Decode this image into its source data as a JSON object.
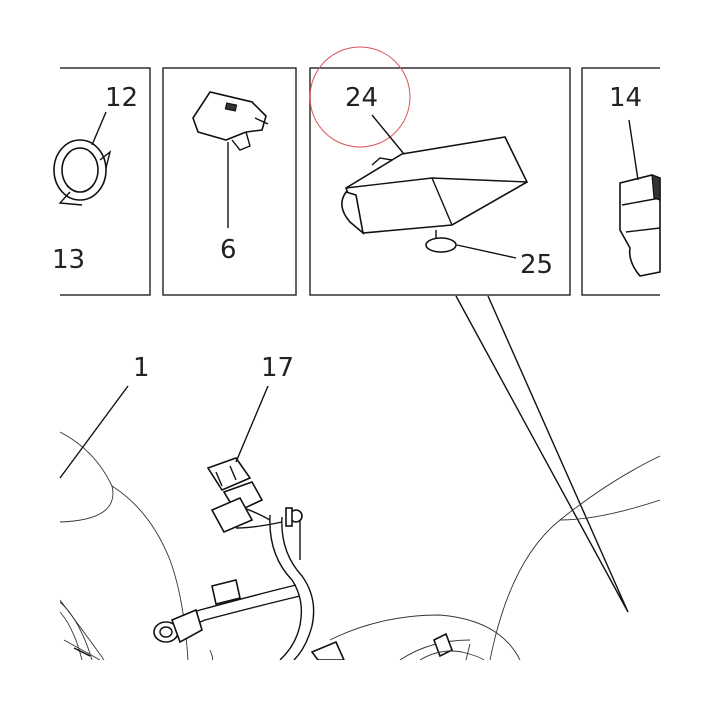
{
  "callouts": {
    "c12": "12",
    "c13": "13",
    "c6": "6",
    "c24": "24",
    "c25": "25",
    "c14": "14",
    "c1": "1",
    "c17": "17"
  },
  "colors": {
    "line": "#111111",
    "highlight_circle": "#d9545c",
    "background": "#ffffff"
  }
}
